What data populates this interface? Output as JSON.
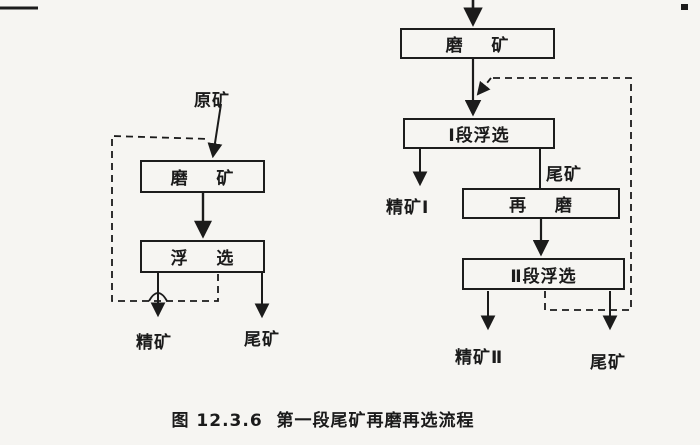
{
  "caption": "图 12.3.6  第一段尾矿再磨再选流程",
  "left": {
    "feed": "原矿",
    "grind": "磨    矿",
    "flotation": "浮    选",
    "concentrate": "精矿",
    "tailings": "尾矿"
  },
  "right": {
    "grind": "磨    矿",
    "flotation1": "Ⅰ段浮选",
    "tailings_mid": "尾矿",
    "concentrate1": "精矿Ⅰ",
    "regrind": "再    磨",
    "flotation2": "Ⅱ段浮选",
    "concentrate2": "精矿Ⅱ",
    "tailings": "尾矿"
  }
}
